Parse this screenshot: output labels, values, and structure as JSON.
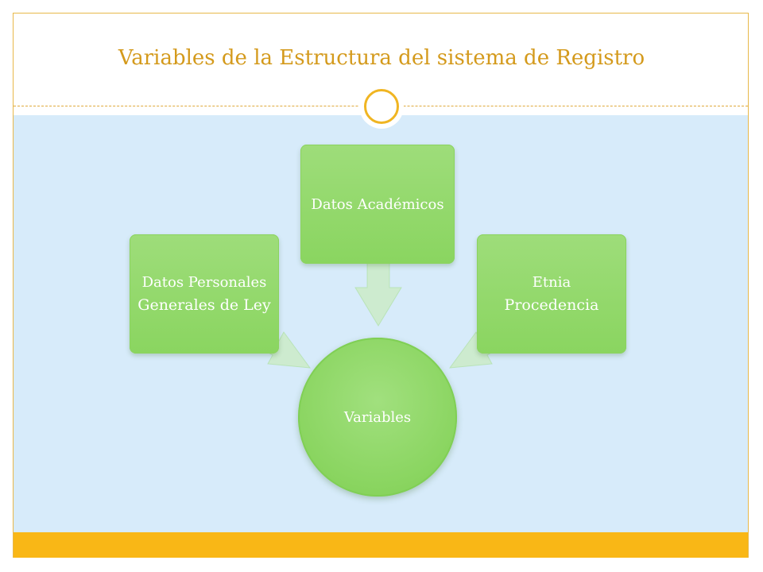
{
  "slide": {
    "title": "Variables de la Estructura del sistema de Registro"
  },
  "diagram": {
    "center": "Variables",
    "nodes": [
      {
        "line1": "Datos Personales",
        "line2": "Generales de Ley"
      },
      {
        "line1": "Datos Académicos",
        "line2": ""
      },
      {
        "line1": "Etnia",
        "line2": "Procedencia"
      }
    ]
  },
  "colors": {
    "accent": "#f9b716",
    "title": "#d49a1c",
    "background": "#d7ebfa",
    "node_fill": "#8ad560"
  }
}
